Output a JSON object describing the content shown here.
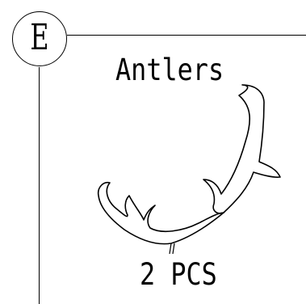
{
  "marker": {
    "letter": "E"
  },
  "part": {
    "name": "Antlers",
    "quantity": "2 PCS"
  },
  "drawing": {
    "icon": "antler-outline-icon"
  }
}
